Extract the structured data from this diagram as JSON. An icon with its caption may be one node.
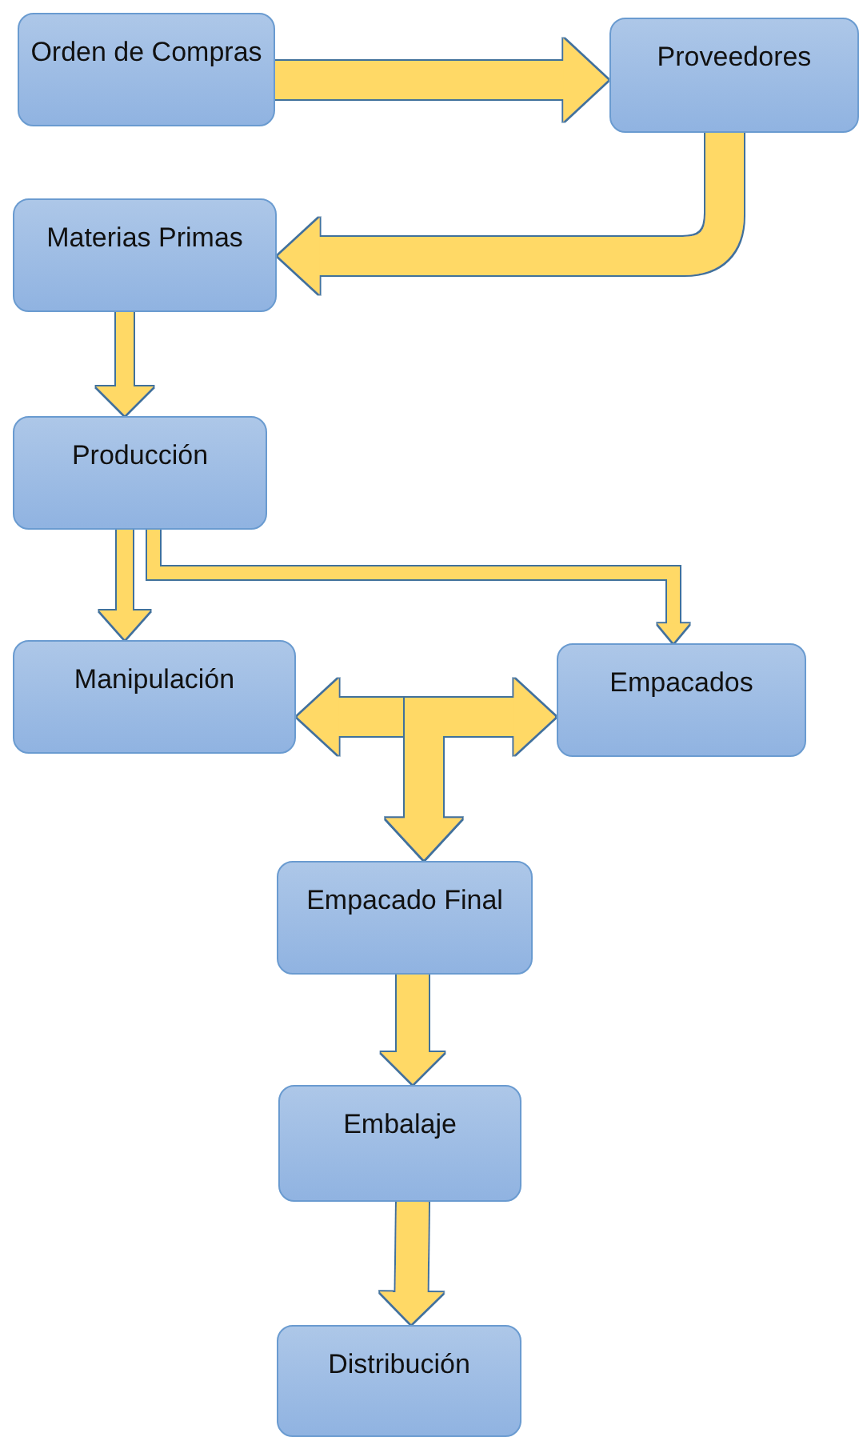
{
  "diagram": {
    "nodes": [
      {
        "text": [
          "Orden de Compras"
        ]
      },
      {
        "text": [
          "Proveedores"
        ]
      },
      {
        "text": [
          "Materias Primas"
        ]
      },
      {
        "text": [
          "Producción"
        ]
      },
      {
        "text": [
          "Manipulación"
        ]
      },
      {
        "text": [
          "Empacados"
        ]
      },
      {
        "text": [
          "Empacado Final"
        ]
      },
      {
        "text": [
          "Embalaje"
        ]
      },
      {
        "text": [
          "Distribución"
        ]
      }
    ],
    "edges": [
      {
        "from": 0,
        "to": 1,
        "arrow": "to"
      },
      {
        "from": 1,
        "to": 2,
        "arrow": "to"
      },
      {
        "from": 2,
        "to": 3,
        "arrow": "to"
      },
      {
        "from": 3,
        "to": 4,
        "arrow": "to"
      },
      {
        "from": 3,
        "to": 5,
        "arrow": "to"
      },
      {
        "from": 4,
        "to": 6,
        "arrow": "both"
      },
      {
        "from": 5,
        "to": 6,
        "arrow": "both"
      },
      {
        "from": 6,
        "to": 7,
        "arrow": "to"
      },
      {
        "from": 7,
        "to": 8,
        "arrow": "to"
      }
    ]
  }
}
